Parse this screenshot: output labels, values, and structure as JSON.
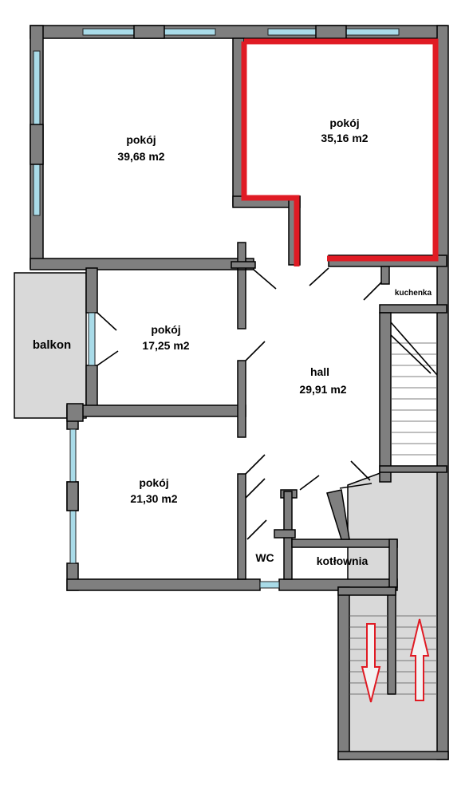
{
  "colors": {
    "wall": "#7f7f7f",
    "window": "#a9dbe8",
    "balcony": "#d9d9d9",
    "highlight": "#e01b24",
    "arrow_fill": "#f3f3f3"
  },
  "rooms": {
    "room1": {
      "name": "pokój",
      "area": "39,68 m2"
    },
    "room2": {
      "name": "pokój",
      "area": "35,16 m2",
      "highlighted": true
    },
    "room3": {
      "name": "pokój",
      "area": "17,25 m2"
    },
    "room4": {
      "name": "pokój",
      "area": "21,30 m2"
    },
    "hall": {
      "name": "hall",
      "area": "29,91 m2"
    },
    "balcony": {
      "name": "balkon"
    },
    "kitchenette": {
      "name": "kuchenka"
    },
    "wc": {
      "name": "WC"
    },
    "boiler_room": {
      "name": "kotłownia"
    }
  },
  "stairs": {
    "arrows": [
      "down-arrow",
      "up-arrow"
    ]
  }
}
